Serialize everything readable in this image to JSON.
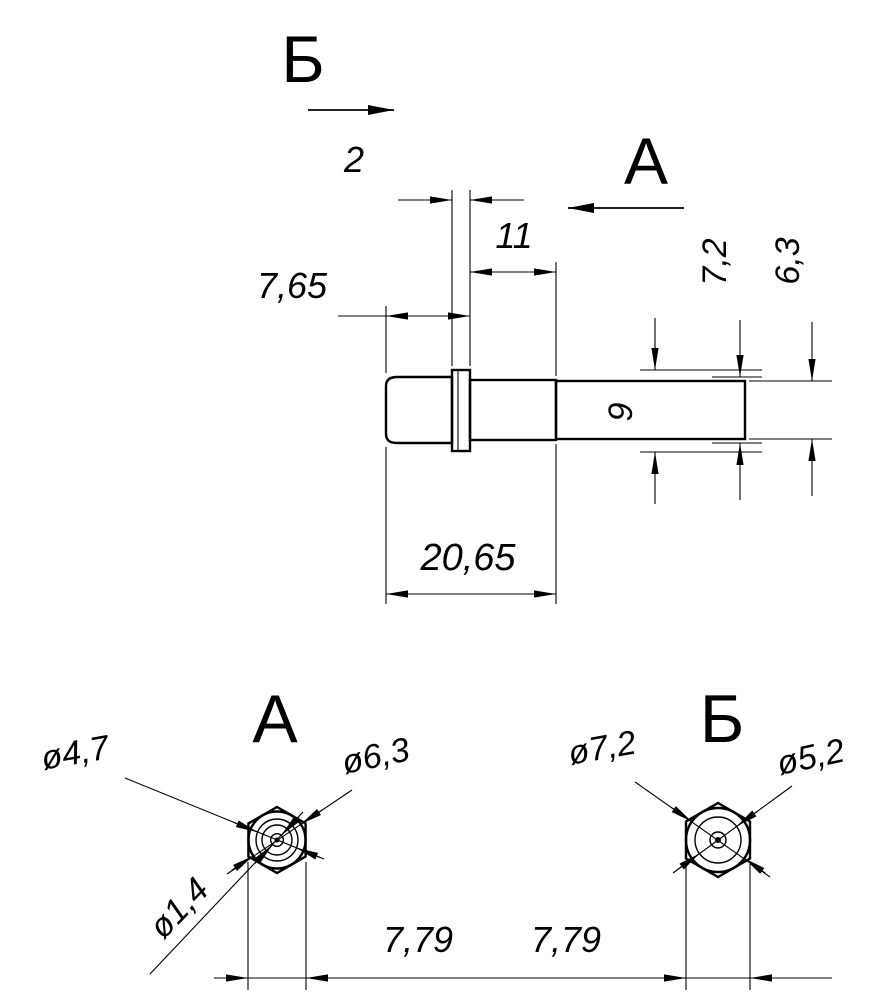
{
  "drawing": {
    "side_view": {
      "view_b_marker": "Б",
      "view_a_marker": "А",
      "flange_thickness": "2",
      "thread_length": "11",
      "head_length": "7,65",
      "head_diameter": "7,2",
      "shaft_diameter": "6,3",
      "flange_diameter": "9",
      "overall_length": "20,65"
    },
    "view_a": {
      "title": "А",
      "dia_4_7": "ø4,7",
      "dia_6_3": "ø6,3",
      "dia_1_4": "ø1,4",
      "width_7_79": "7,79"
    },
    "view_b": {
      "title": "Б",
      "dia_7_2": "ø7,2",
      "dia_5_2": "ø5,2",
      "width_7_79": "7,79"
    }
  }
}
